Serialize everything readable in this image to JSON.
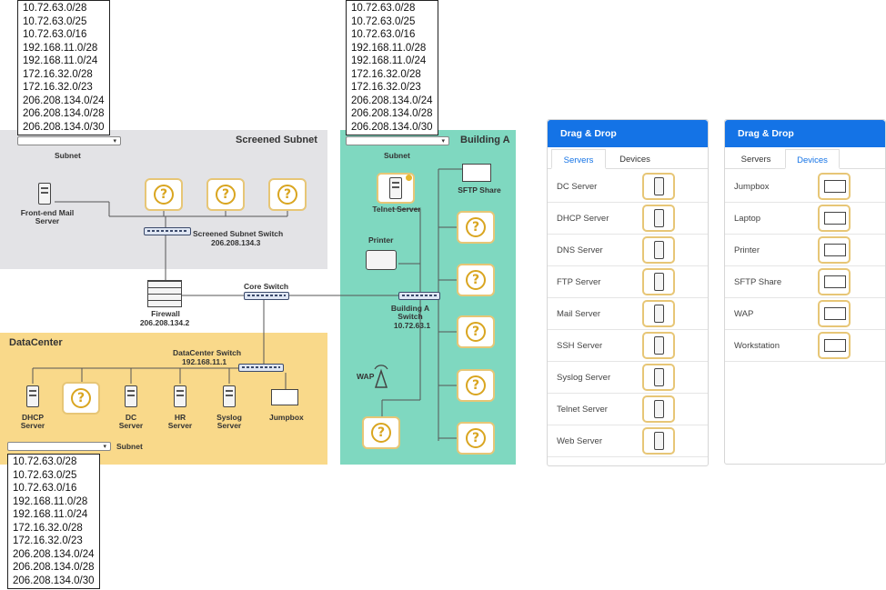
{
  "subnet_options": [
    "10.72.63.0/28",
    "10.72.63.0/25",
    "10.72.63.0/16",
    "192.168.11.0/28",
    "192.168.11.0/24",
    "172.16.32.0/28",
    "172.16.32.0/23",
    "206.208.134.0/24",
    "206.208.134.0/28",
    "206.208.134.0/30"
  ],
  "labels": {
    "subnet": "Subnet",
    "screened_subnet": "Screened Subnet",
    "building_a": "Building A",
    "datacenter": "DataCenter",
    "frontend_mail_server": "Front-end Mail Server",
    "screened_switch": "Screened Subnet Switch",
    "screened_switch_ip": "206.208.134.3",
    "firewall": "Firewall",
    "firewall_ip": "206.208.134.2",
    "core_switch": "Core Switch",
    "datacenter_switch": "DataCenter Switch",
    "datacenter_switch_ip": "192.168.11.1",
    "dhcp_server": "DHCP Server",
    "dc_server": "DC Server",
    "hr_server": "HR Server",
    "syslog_server": "Syslog Server",
    "jumpbox": "Jumpbox",
    "telnet_server": "Telnet Server",
    "sftp_share": "SFTP Share",
    "printer": "Printer",
    "building_a_switch": "Building A Switch",
    "building_a_switch_ip": "10.72.63.1",
    "wap": "WAP",
    "placeholder": "?"
  },
  "panels": {
    "servers": {
      "title": "Drag & Drop",
      "tab_servers": "Servers",
      "tab_devices": "Devices",
      "items": [
        "DC Server",
        "DHCP Server",
        "DNS Server",
        "FTP Server",
        "Mail Server",
        "SSH Server",
        "Syslog Server",
        "Telnet Server",
        "Web Server"
      ]
    },
    "devices": {
      "title": "Drag & Drop",
      "tab_servers": "Servers",
      "tab_devices": "Devices",
      "items": [
        "Jumpbox",
        "Laptop",
        "Printer",
        "SFTP Share",
        "WAP",
        "Workstation"
      ]
    }
  },
  "colors": {
    "screened_zone": "#e3e3e6",
    "building_zone": "#7fd8c0",
    "datacenter_zone": "#f9d98a",
    "panel_header": "#1473e6",
    "placeholder_border": "#e7c676"
  }
}
